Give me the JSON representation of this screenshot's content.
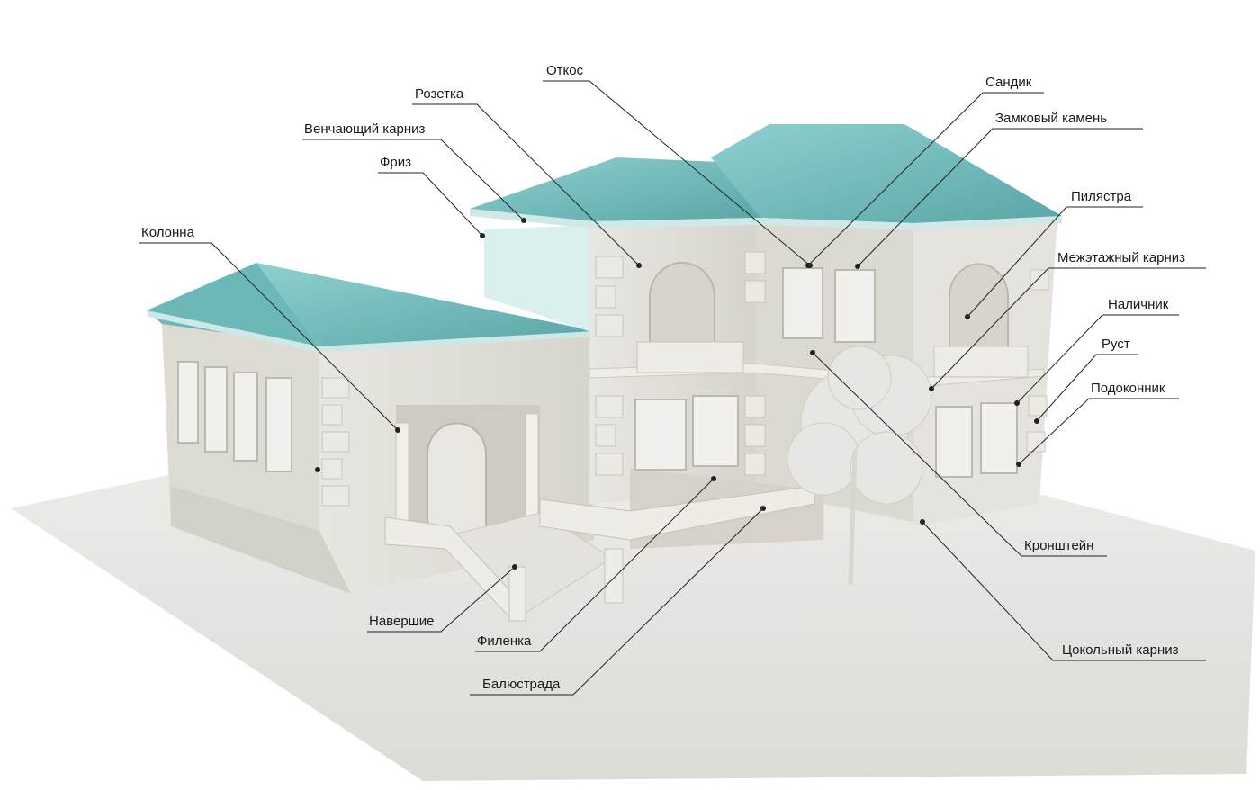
{
  "diagram": {
    "labels": [
      {
        "id": "otkos",
        "text": "Откос"
      },
      {
        "id": "rozetka",
        "text": "Розетка"
      },
      {
        "id": "venchayushchiy",
        "text": "Венчающий карниз"
      },
      {
        "id": "friz",
        "text": "Фриз"
      },
      {
        "id": "kolonna",
        "text": "Колонна"
      },
      {
        "id": "sandik",
        "text": "Сандик"
      },
      {
        "id": "zamkovy",
        "text": "Замковый камень"
      },
      {
        "id": "pilyastra",
        "text": "Пилястра"
      },
      {
        "id": "mezhetazhny",
        "text": "Межэтажный карниз"
      },
      {
        "id": "nalichnik",
        "text": "Наличник"
      },
      {
        "id": "rust",
        "text": "Руст"
      },
      {
        "id": "podokonnik",
        "text": "Подоконник"
      },
      {
        "id": "kronshteyn",
        "text": "Кронштейн"
      },
      {
        "id": "tsokolny",
        "text": "Цокольный карниз"
      },
      {
        "id": "navershie",
        "text": "Навершие"
      },
      {
        "id": "filenka",
        "text": "Филенка"
      },
      {
        "id": "balyustrada",
        "text": "Балюстрада"
      }
    ]
  },
  "colors": {
    "roof": "#7fc4c4",
    "roof_dark": "#5fa8aa",
    "wall": "#e4e1dc",
    "wall_shade": "#cfcbc5",
    "ground": "#e6e4e0",
    "leader": "#222222"
  }
}
